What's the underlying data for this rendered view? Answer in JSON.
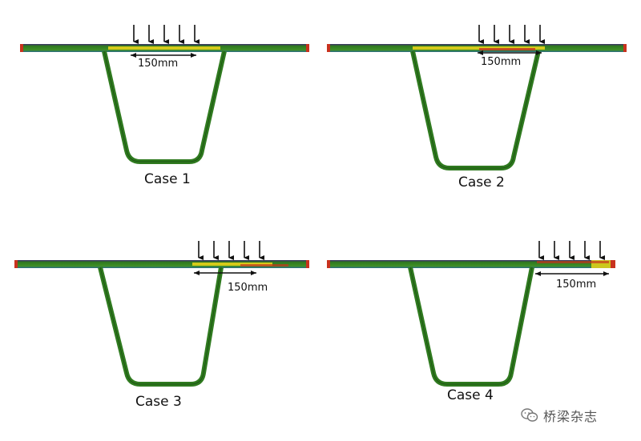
{
  "cases": [
    {
      "label": "Case 1",
      "dimension": "150mm"
    },
    {
      "label": "Case 2",
      "dimension": "150mm"
    },
    {
      "label": "Case 3",
      "dimension": "150mm"
    },
    {
      "label": "Case 4",
      "dimension": "150mm"
    }
  ],
  "watermark": {
    "text": "桥梁杂志",
    "icon": "wechat-icon"
  },
  "colors": {
    "section_green": "#2f7a1f",
    "stress_yellow": "#e6d21a",
    "stress_red": "#c8321e",
    "stress_blue": "#2c4fa0",
    "arrow": "#111111"
  }
}
